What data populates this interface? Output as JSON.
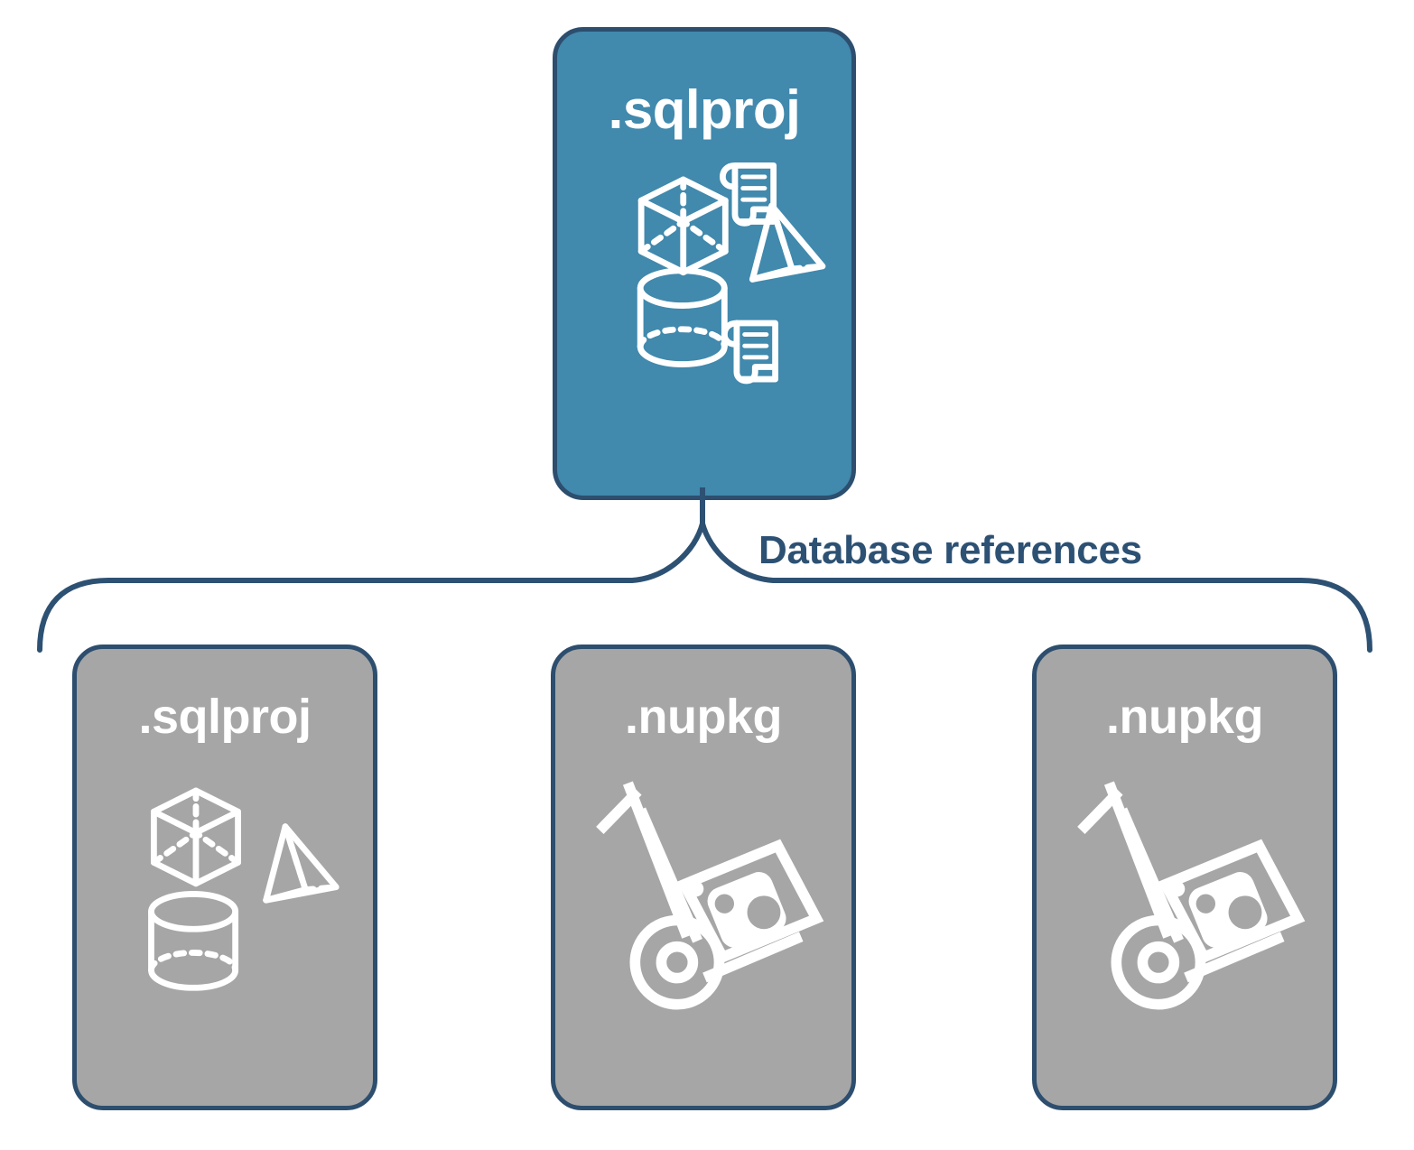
{
  "diagram": {
    "title": "SQL project database references",
    "colors": {
      "primary_card_fill": "#4189ad",
      "reference_card_fill": "#a6a6a6",
      "stroke": "#2d4e6e",
      "label_text": "#2d5173",
      "card_text": "#ffffff",
      "background": "#ffffff"
    },
    "main_card": {
      "label": ".sqlproj",
      "icons": [
        "cube-icon",
        "scroll-icon",
        "pyramid-icon",
        "cylinder-icon",
        "scroll-icon"
      ]
    },
    "connector": {
      "label": "Database references",
      "shape": "curly-brace",
      "direction": "one-to-many"
    },
    "reference_cards": [
      {
        "label": ".sqlproj",
        "icons": [
          "cube-icon",
          "pyramid-icon",
          "cylinder-icon"
        ]
      },
      {
        "label": ".nupkg",
        "icons": [
          "hand-truck-package-icon"
        ]
      },
      {
        "label": ".nupkg",
        "icons": [
          "hand-truck-package-icon"
        ]
      }
    ]
  }
}
